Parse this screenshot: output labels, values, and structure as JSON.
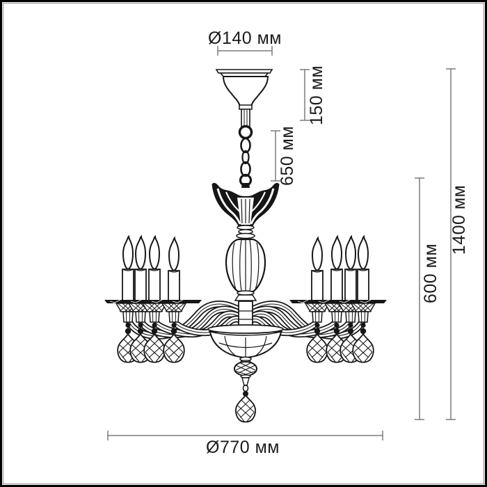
{
  "diagram": {
    "object": "chandelier-technical-drawing",
    "candle_count": 8,
    "parts": [
      "ceiling-canopy",
      "suspension-chain",
      "crown-horn",
      "ribbed-vase",
      "scroll-arms",
      "candles",
      "bobeche-plates",
      "crystal-drops",
      "center-bowl",
      "lattice-ball",
      "bottom-crystal-drop"
    ]
  },
  "dimensions": {
    "canopy_diameter": {
      "label": "Ø140 мм"
    },
    "canopy_height": {
      "label": "150 мм"
    },
    "suspension_length": {
      "label": "650 мм"
    },
    "body_height": {
      "label": "600 мм"
    },
    "total_height": {
      "label": "1400 мм"
    },
    "body_diameter": {
      "label": "Ø770 мм"
    }
  },
  "colors": {
    "background": "#ffffff",
    "line_art": "#161616",
    "dimension_line": "#7b7b7b",
    "dimension_text": "#1b1b1b",
    "frame": "#000000"
  }
}
